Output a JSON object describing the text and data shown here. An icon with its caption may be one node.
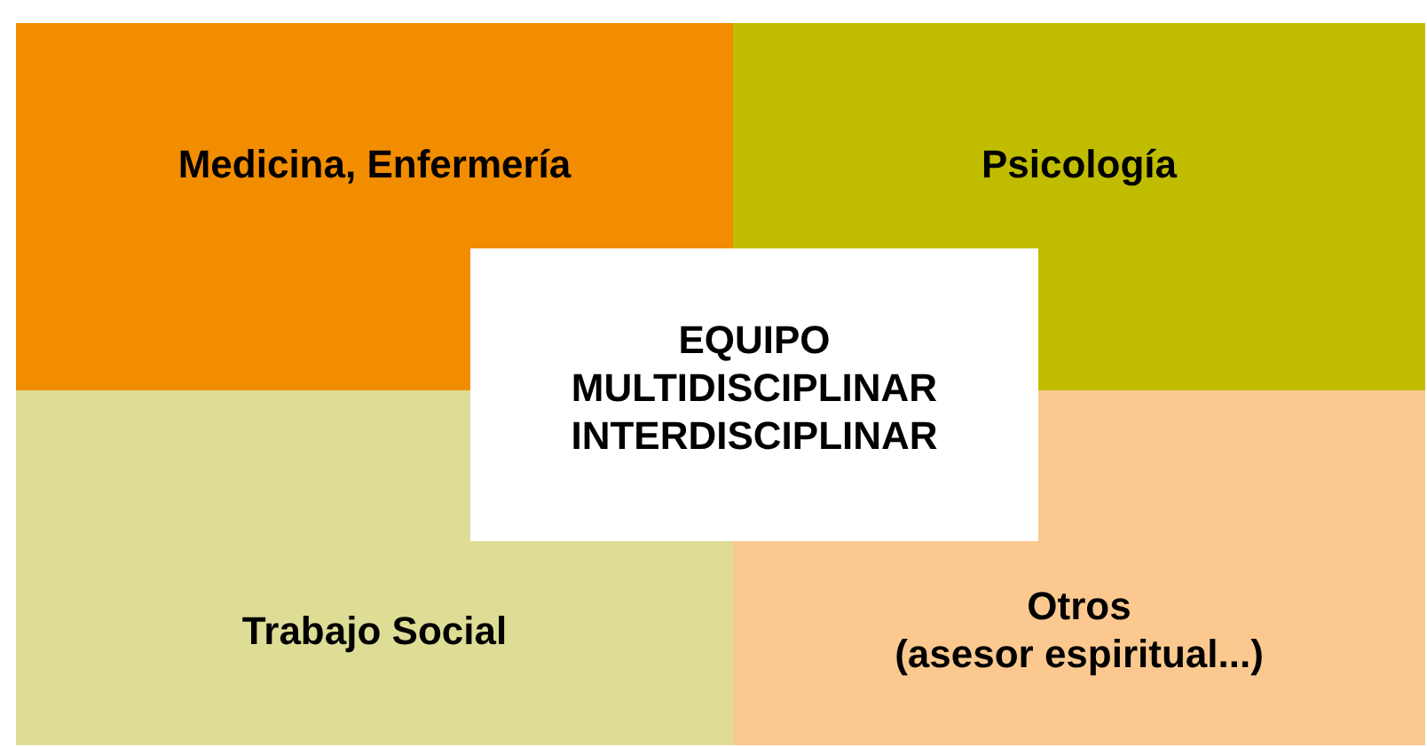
{
  "diagram": {
    "nodes": [
      {
        "text": [
          "Medicina, Enfermería"
        ]
      },
      {
        "text": [
          "Psicología"
        ]
      },
      {
        "text": [
          "EQUIPO MULTIDISCIPLINAR INTERDISCIPLINAR"
        ]
      },
      {
        "text": [
          "Trabajo Social"
        ]
      },
      {
        "text": [
          "Otros (asesor espiritual...)"
        ]
      }
    ]
  }
}
